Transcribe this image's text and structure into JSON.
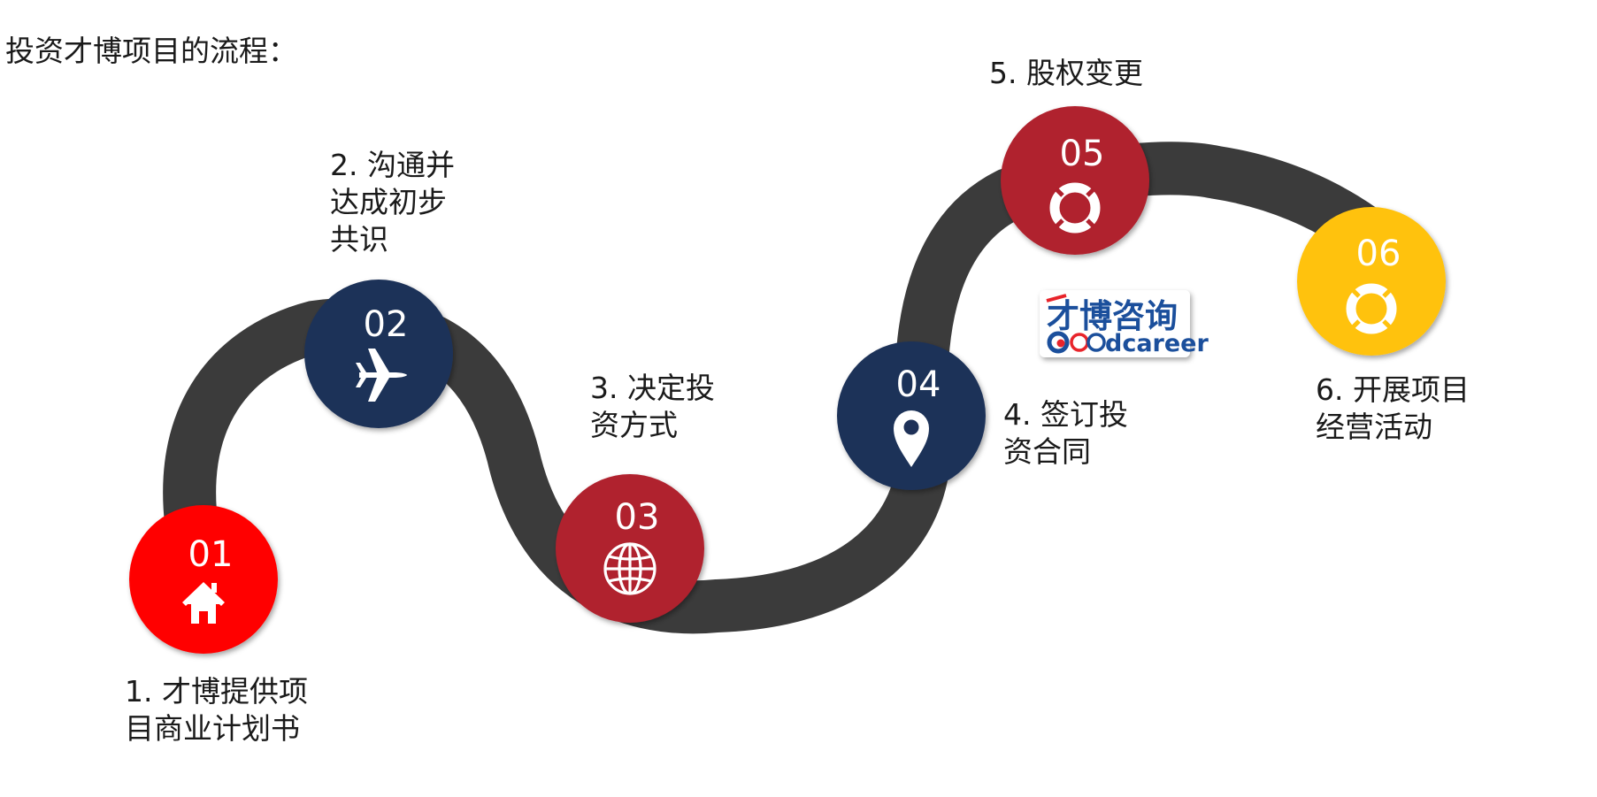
{
  "title": "投资才博项目的流程：",
  "steps": [
    {
      "number": "01",
      "label": "1. 才博提供项\n目商业计划书",
      "icon": "home-icon",
      "color": "#ff0000"
    },
    {
      "number": "02",
      "label": "2. 沟通并\n达成初步\n共识",
      "icon": "airplane-icon",
      "color": "#1e3158"
    },
    {
      "number": "03",
      "label": "3. 决定投\n资方式",
      "icon": "globe-icon",
      "color": "#b0202d"
    },
    {
      "number": "04",
      "label": "4. 签订投\n资合同",
      "icon": "map-pin-icon",
      "color": "#1e3158"
    },
    {
      "number": "05",
      "label": "5. 股权变更",
      "icon": "lifebuoy-icon",
      "color": "#b0202d"
    },
    {
      "number": "06",
      "label": "6. 开展项目\n经营活动",
      "icon": "lifebuoy-icon",
      "color": "#ffc20e"
    }
  ],
  "logo": {
    "cn": "才博咨询",
    "en_rest": "dcareer"
  },
  "path_color": "#3b3b3b"
}
